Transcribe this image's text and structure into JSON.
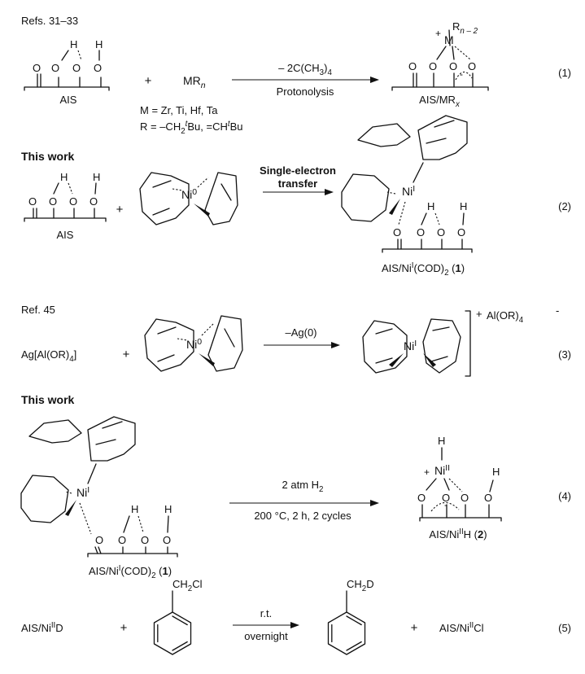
{
  "refs": {
    "refs_31_33": "Refs. 31–33",
    "ref_45": "Ref. 45"
  },
  "headings": {
    "this_work_1": "This work",
    "this_work_2": "This work"
  },
  "atoms": {
    "O": "O",
    "H": "H",
    "M": "M",
    "plus": "+",
    "minus": "–",
    "cation": "+",
    "anion": "-"
  },
  "labels": {
    "ais": "AIS",
    "mr_n": [
      "MR",
      "n"
    ],
    "m_list": "M = Zr, Ti, Hf, Ta",
    "r_def": [
      "R = –CH",
      "2",
      "t",
      "Bu, =CH",
      "t",
      "Bu"
    ],
    "ais_mrx": [
      "AIS/MR",
      "x"
    ],
    "r_n2": [
      "R",
      "n – 2"
    ],
    "ni0": [
      "Ni",
      "0"
    ],
    "nii": [
      "Ni",
      "I"
    ],
    "niii": [
      "Ni",
      "II"
    ],
    "ag_salt": [
      "Ag[Al(OR)",
      "4",
      "]"
    ],
    "al_or4": [
      "Al(OR)",
      "4"
    ],
    "ais_nicod": [
      "AIS/Ni",
      "I",
      "(COD)",
      "2",
      " (",
      "1",
      ")"
    ],
    "ais_nih": [
      "AIS/Ni",
      "II",
      "H (",
      "2",
      ")"
    ],
    "ais_nid": [
      "AIS/Ni",
      "II",
      "D"
    ],
    "ais_nicl": [
      "AIS/Ni",
      "II",
      "Cl"
    ],
    "ch2cl": [
      "CH",
      "2",
      "Cl"
    ],
    "ch2d": [
      "CH",
      "2",
      "D"
    ]
  },
  "arrows": {
    "a1_top": [
      "– 2C(CH",
      "3",
      ")",
      "4"
    ],
    "a1_bottom": "Protonolysis",
    "a2_top": "Single-electron",
    "a2_bottom": "transfer",
    "a3_top": "–Ag(0)",
    "a4_top": [
      "2 atm H",
      "2"
    ],
    "a4_bottom": "200 °C, 2 h, 2 cycles",
    "a5_top": "r.t.",
    "a5_bottom": "overnight"
  },
  "equation_numbers": [
    "(1)",
    "(2)",
    "(3)",
    "(4)",
    "(5)"
  ]
}
